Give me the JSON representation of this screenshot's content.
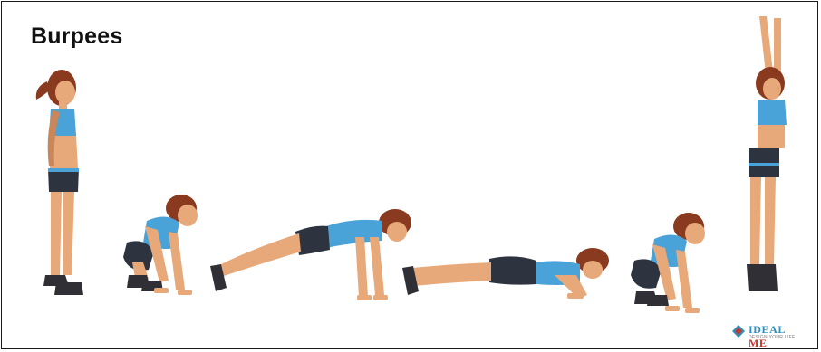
{
  "title": "Burpees",
  "logo": {
    "part1": "IDEAL",
    "part2": "ME",
    "tagline": "DESIGN YOUR LIFE"
  },
  "colors": {
    "skin": "#e8a97a",
    "skin_shadow": "#c98659",
    "hair": "#8a3a1e",
    "top": "#4aa3d8",
    "shorts": "#2d3440",
    "shorts_trim": "#4aa3d8",
    "shoes": "#2f2f35",
    "frame": "#1a1a1a"
  },
  "stages": [
    {
      "pose": "standing"
    },
    {
      "pose": "squat-hands-down"
    },
    {
      "pose": "plank"
    },
    {
      "pose": "push-up-low"
    },
    {
      "pose": "squat-hands-down"
    },
    {
      "pose": "jump-arms-up"
    }
  ]
}
